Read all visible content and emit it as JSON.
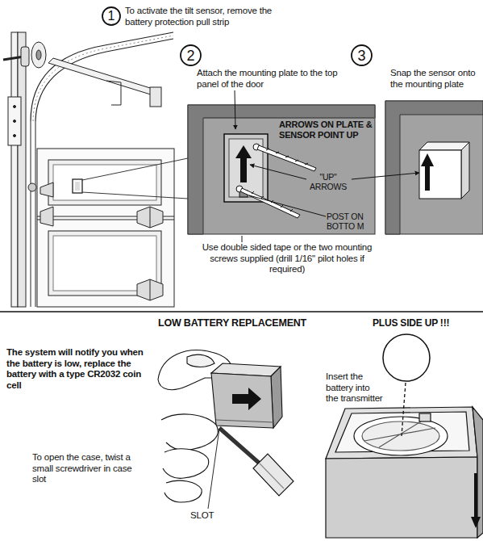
{
  "diagram": {
    "nodes": [
      {
        "text": [
          "1"
        ]
      },
      {
        "text": [
          "2"
        ]
      },
      {
        "text": [
          "3"
        ]
      },
      {
        "text": [
          "CR2032",
          "+"
        ]
      },
      {
        "text": [
          "2"
        ]
      },
      {
        "text": [
          "1"
        ]
      }
    ],
    "labels": [
      "To activate the tilt sensor, remove the battery protection pull strip",
      "Attach the mounting plate to the top panel of the door",
      "Snap the sensor onto the mounting plate",
      "ARROWS ON PLATE & SENSOR POINT UP",
      "\"UP\" ARROWS",
      "POST ON BOTTO M",
      "Use double sided tape or the two mounting screws supplied (drill 1/16\" pilot holes if required)",
      "LOW BATTERY REPLACEMENT",
      "PLUS SIDE UP !!!",
      "The system will notify you when the battery is low, replace the battery with a type CR2032 coin cell",
      "Insert the battery into the transmitter",
      "To open the case, twist a small screwdriver in case slot",
      "SLOT"
    ]
  }
}
